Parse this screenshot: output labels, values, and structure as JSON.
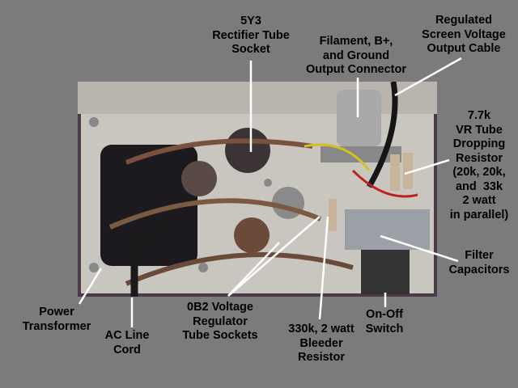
{
  "labels": {
    "rectifier": [
      "5Y3",
      "Rectifier Tube",
      "Socket"
    ],
    "connector": [
      "Filament, B+,",
      "and Ground",
      "Output Connector"
    ],
    "cable": [
      "Regulated",
      "Screen Voltage",
      "Output Cable"
    ],
    "dropping": [
      "7.7k",
      "VR Tube",
      "Dropping",
      "Resistor",
      "(20k, 20k,",
      "and  33k",
      "2 watt",
      "in parallel)"
    ],
    "filter": [
      "Filter",
      "Capacitors"
    ],
    "switch": [
      "On-Off",
      "Switch"
    ],
    "bleeder": [
      "330k, 2 watt",
      "Bleeder",
      "Resistor"
    ],
    "regulator": [
      "0B2 Voltage",
      "Regulator",
      "Tube Sockets"
    ],
    "cord": [
      "AC Line",
      "Cord"
    ],
    "transformer": [
      "Power",
      "Transformer"
    ]
  }
}
